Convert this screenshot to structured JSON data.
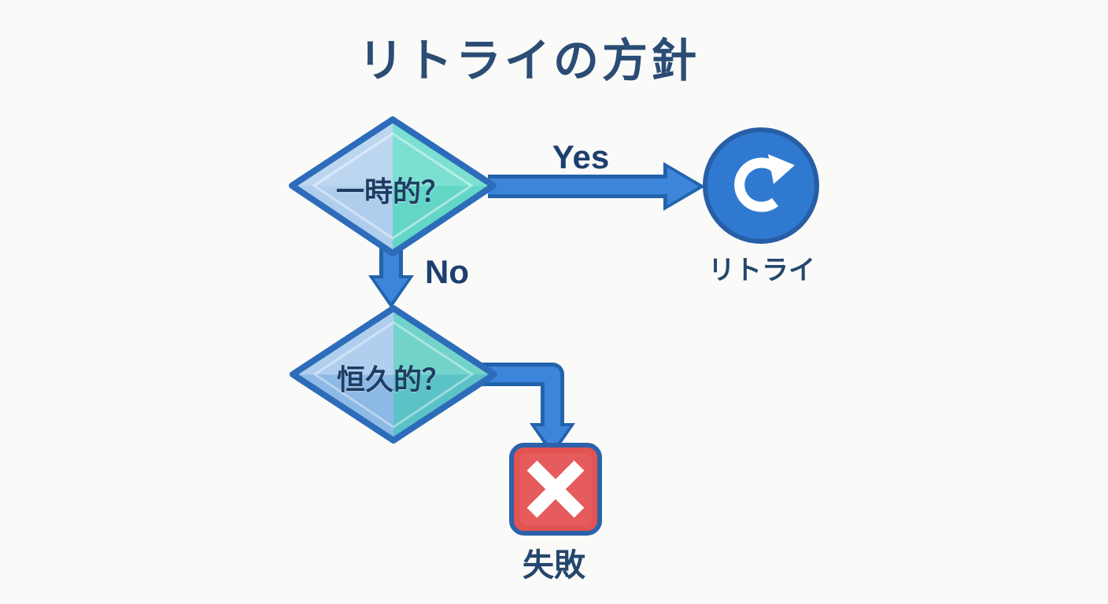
{
  "title": "リトライの方針",
  "nodes": {
    "decision_temporary": {
      "type": "decision",
      "label": "一時的？"
    },
    "decision_permanent": {
      "type": "decision",
      "label": "恒久的？"
    },
    "retry": {
      "type": "terminal",
      "label": "リトライ",
      "icon": "refresh-icon"
    },
    "fail": {
      "type": "terminal",
      "label": "失敗",
      "icon": "x-icon"
    }
  },
  "edges": {
    "yes_label": "Yes",
    "no_label": "No"
  },
  "colors": {
    "background": "#fafaf8",
    "text_navy": "#24476e",
    "arrow_fill": "#3d85da",
    "arrow_outline": "#2263ab",
    "diamond_border": "#2d6cba",
    "diamond_facet_light_blue": "#c8ddf2",
    "diamond_facet_blue": "#a9c9ec",
    "diamond_facet_light_teal": "#8ae4d4",
    "diamond_facet_teal": "#57cfc2",
    "retry_circle_fill": "#3079d1",
    "retry_circle_border": "#275ea6",
    "fail_square_fill": "#e25353",
    "fail_square_border": "#2b62ab",
    "icon_white": "#ffffff"
  }
}
